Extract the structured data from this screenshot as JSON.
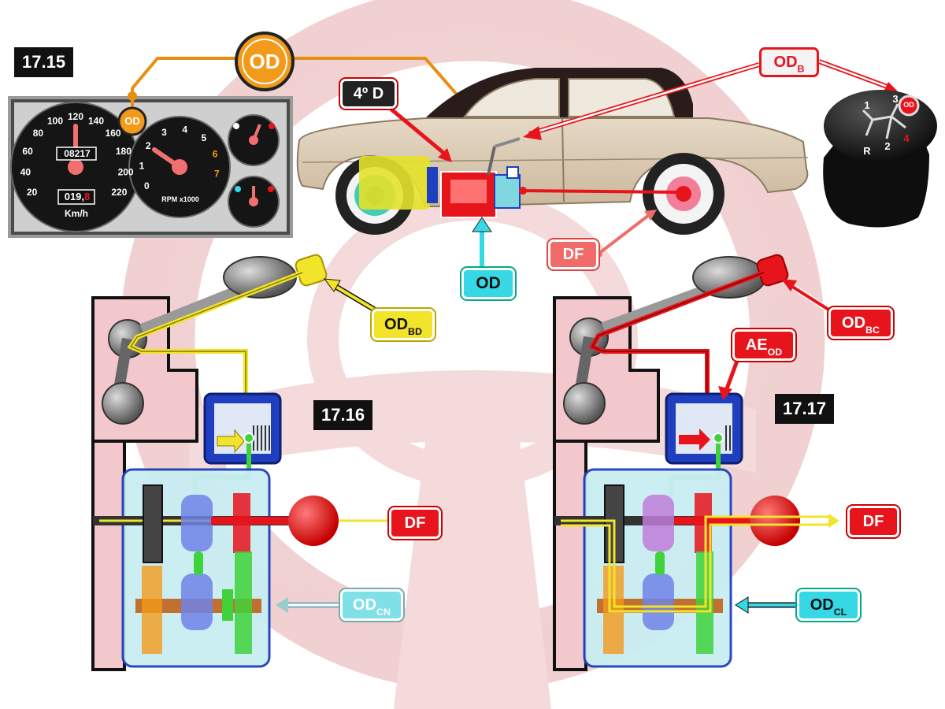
{
  "figures": {
    "fig_top": "17.15",
    "fig_left": "17.16",
    "fig_right": "17.17"
  },
  "dashboard": {
    "speed_ticks": [
      "20",
      "40",
      "60",
      "80",
      "100",
      "120",
      "140",
      "160",
      "180",
      "200",
      "220"
    ],
    "odometer": "08",
    "odometer_b": "217",
    "trip": "019,",
    "trip_red": "8",
    "speed_unit": "Km/h",
    "rpm_ticks": [
      "0",
      "1",
      "2",
      "3",
      "4",
      "5"
    ],
    "rpm_red_ticks": [
      "6",
      "7"
    ],
    "rpm_unit": "RPM x1000",
    "od_lamp": "OD"
  },
  "top_callouts": {
    "od_big": "OD",
    "gear_4d": "4º D",
    "od_b": "OD",
    "od_b_sub": "B",
    "df": "DF",
    "od_cyan": "OD"
  },
  "shift_knob": {
    "gears": [
      "1",
      "3",
      "R",
      "2"
    ],
    "gear_red": "4",
    "od_button": "OD"
  },
  "left_diagram": {
    "od_bd": "OD",
    "od_bd_sub": "BD",
    "df": "DF",
    "od_cn": "OD",
    "od_cn_sub": "CN"
  },
  "right_diagram": {
    "od_bc": "OD",
    "od_bc_sub": "BC",
    "ae_od": "AE",
    "ae_od_sub": "OD",
    "df": "DF",
    "od_cl": "OD",
    "od_cl_sub": "CL"
  },
  "colors": {
    "red": "#e8141c",
    "yellow": "#f2e42a",
    "cyan": "#36d8e6",
    "orange": "#f29a1a",
    "green": "#3fd23a",
    "blue": "#1f3fbf"
  }
}
